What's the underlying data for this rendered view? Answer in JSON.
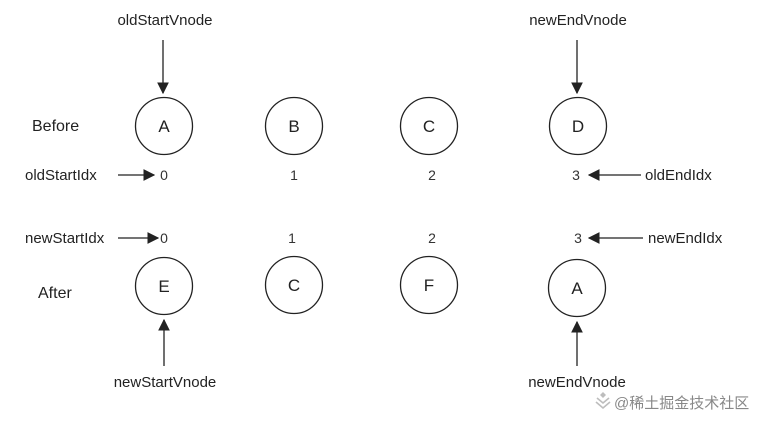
{
  "row_labels": {
    "before": "Before",
    "after": "After"
  },
  "pointers": {
    "old_start_vnode": "oldStartVnode",
    "new_end_vnode_top": "newEndVnode",
    "new_start_vnode": "newStartVnode",
    "new_end_vnode_bottom": "newEndVnode"
  },
  "index_labels": {
    "old_start_idx": "oldStartIdx",
    "old_end_idx": "oldEndIdx",
    "new_start_idx": "newStartIdx",
    "new_end_idx": "newEndIdx"
  },
  "old_nodes": [
    "A",
    "B",
    "C",
    "D"
  ],
  "new_nodes": [
    "E",
    "C",
    "F",
    "A"
  ],
  "old_indices": [
    "0",
    "1",
    "2",
    "3"
  ],
  "new_indices": [
    "0",
    "1",
    "2",
    "3"
  ],
  "watermark": {
    "icon": "juejin-logo-icon",
    "text": "@稀土掘金技术社区"
  }
}
